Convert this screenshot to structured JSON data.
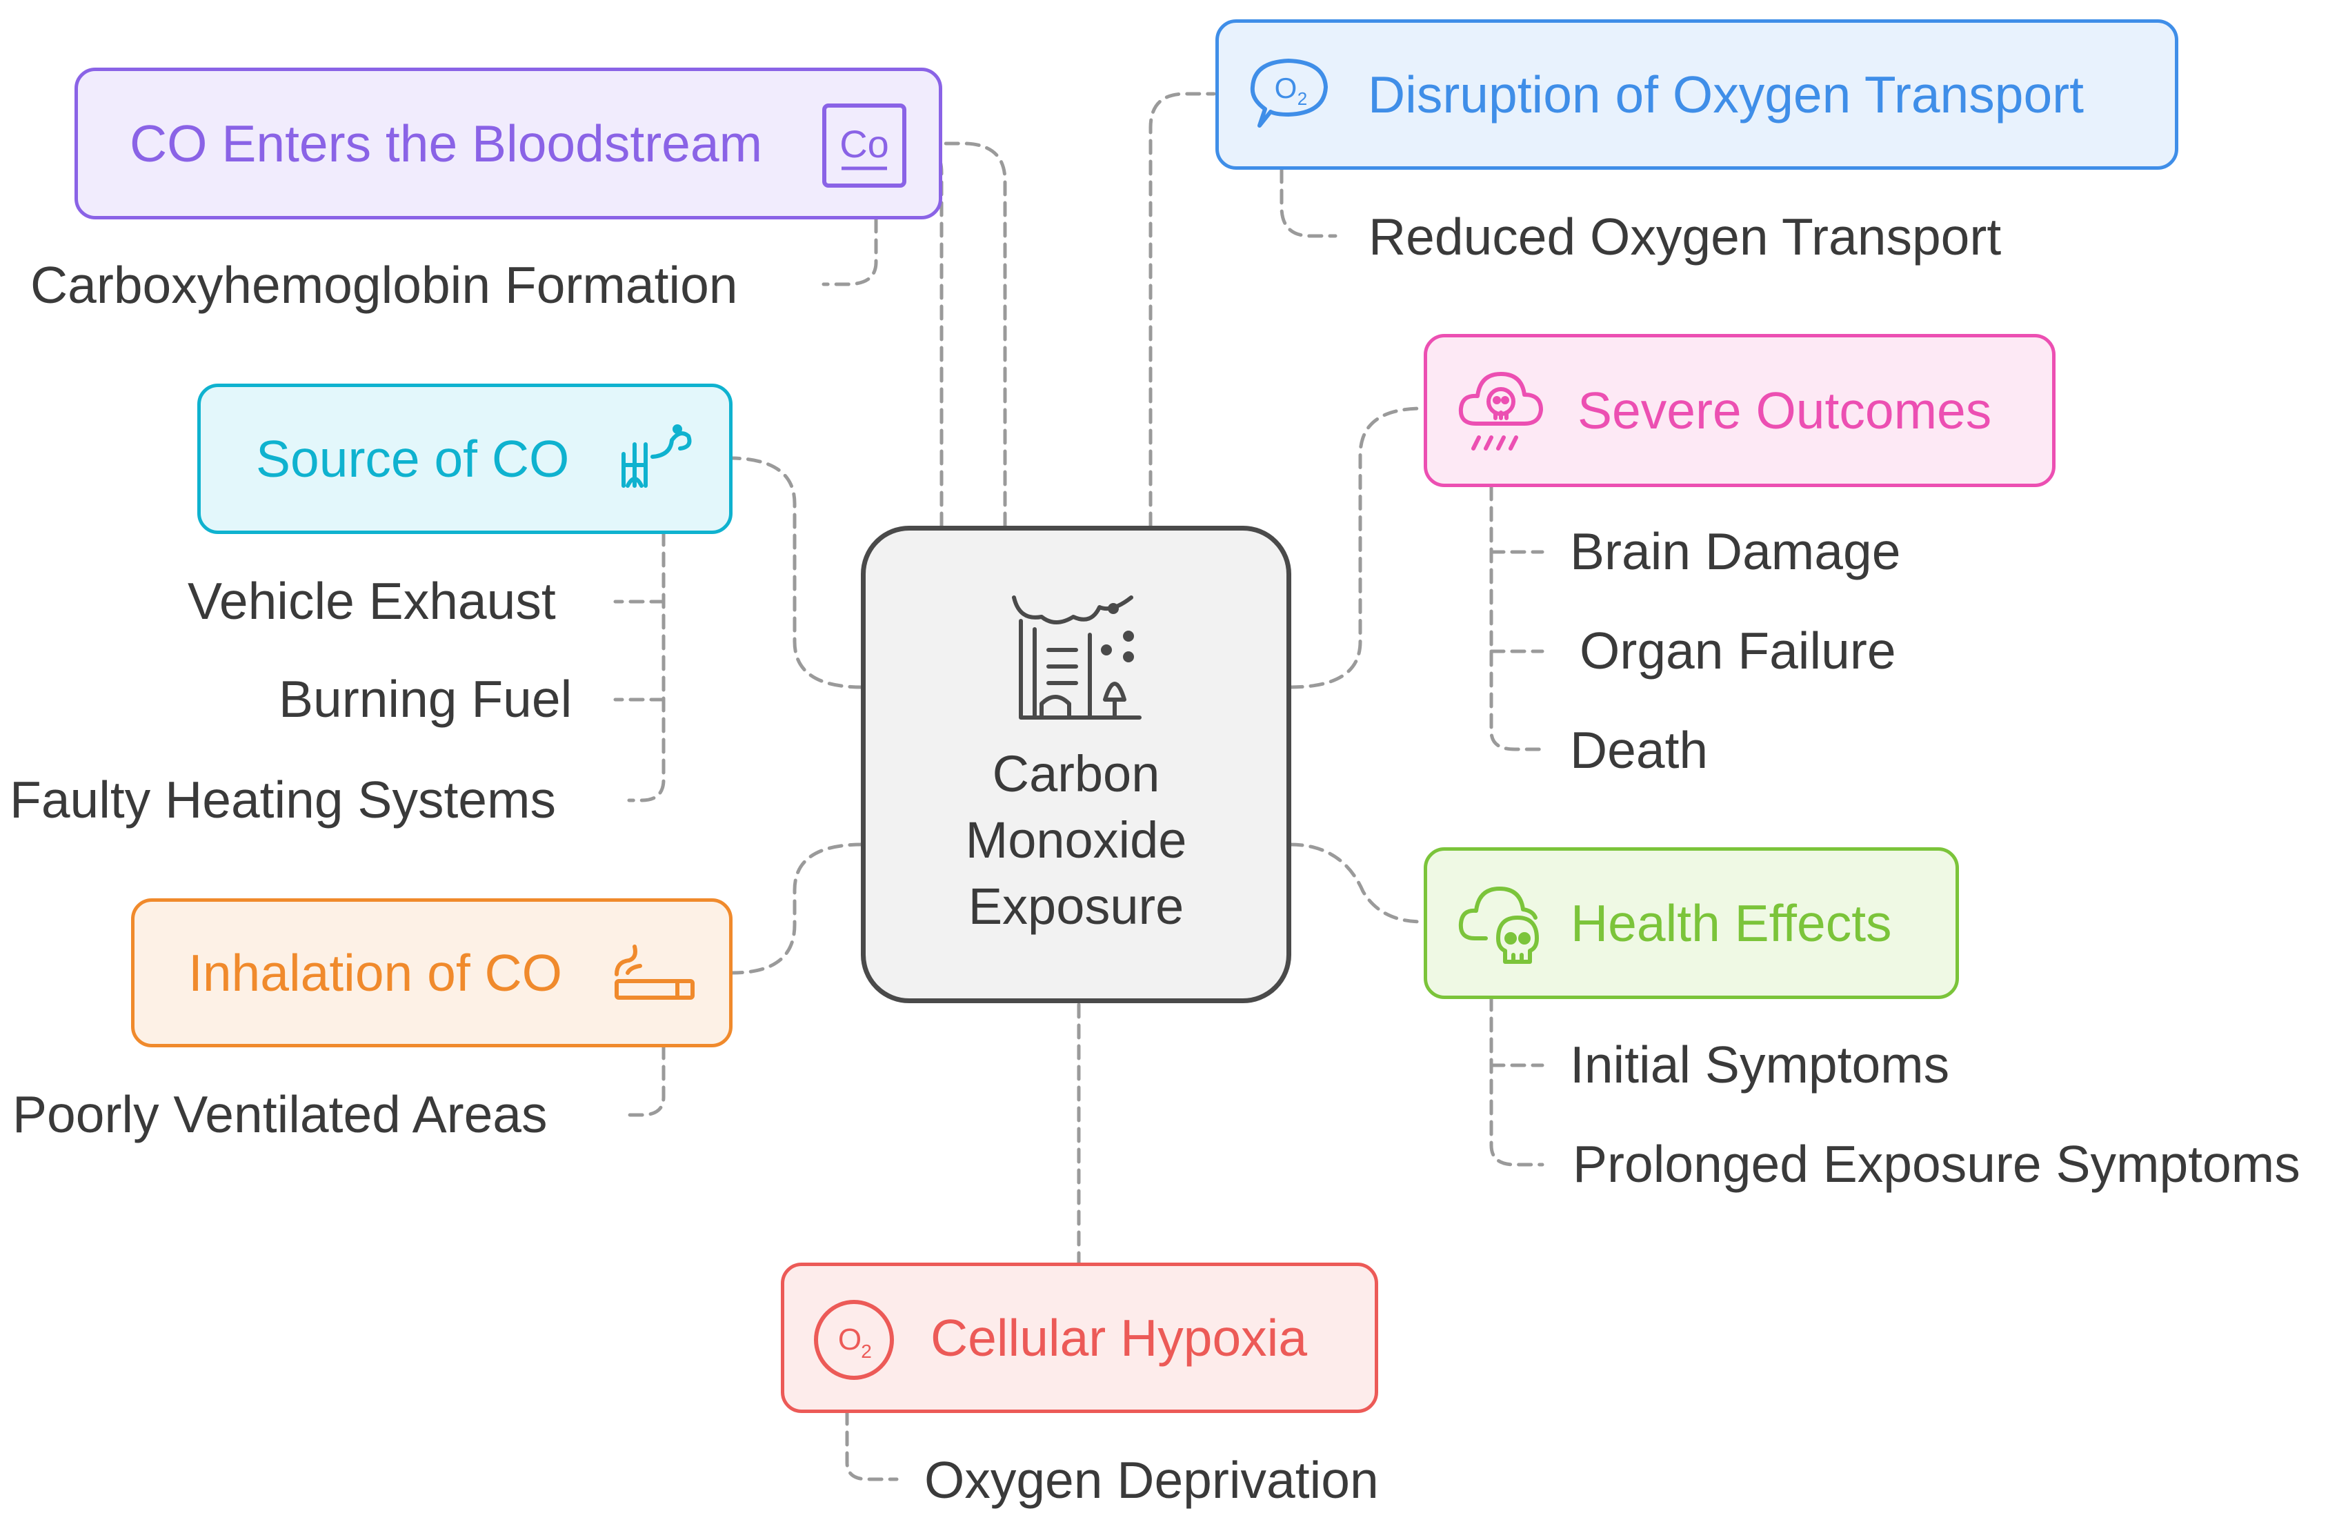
{
  "center": {
    "title_lines": [
      "Carbon",
      "Monoxide",
      "Exposure"
    ],
    "icon": "smokestack-factory-icon"
  },
  "nodes": [
    {
      "id": "bloodstream",
      "label": "CO Enters the Bloodstream",
      "color": "#8a63e6",
      "fill": "#f1ecfd",
      "icon": "co-element-icon",
      "children": [
        "Carboxyhemoglobin Formation"
      ]
    },
    {
      "id": "source",
      "label": "Source of CO",
      "color": "#0fb2cf",
      "fill": "#e3f7fb",
      "icon": "fire-hydrant-smoke-icon",
      "children": [
        "Vehicle Exhaust",
        "Burning Fuel",
        "Faulty Heating Systems"
      ]
    },
    {
      "id": "inhalation",
      "label": "Inhalation of CO",
      "color": "#f08a2c",
      "fill": "#fdf1e6",
      "icon": "cigarette-icon",
      "children": [
        "Poorly Ventilated Areas"
      ]
    },
    {
      "id": "disruption",
      "label": "Disruption of Oxygen Transport",
      "color": "#3f8ee8",
      "fill": "#e8f2fd",
      "icon": "oxygen-speech-bubble-icon",
      "children": [
        "Reduced Oxygen Transport"
      ]
    },
    {
      "id": "severe",
      "label": "Severe Outcomes",
      "color": "#ec4fb2",
      "fill": "#fde9f5",
      "icon": "skull-cloud-rain-icon",
      "children": [
        "Brain Damage",
        "Organ Failure",
        "Death"
      ]
    },
    {
      "id": "health",
      "label": "Health Effects",
      "color": "#7bc43a",
      "fill": "#eff9e4",
      "icon": "cloud-skull-icon",
      "children": [
        "Initial Symptoms",
        "Prolonged Exposure Symptoms"
      ]
    },
    {
      "id": "hypoxia",
      "label": "Cellular Hypoxia",
      "color": "#ec5a57",
      "fill": "#fdeceb",
      "icon": "oxygen-circle-icon",
      "children": [
        "Oxygen Deprivation"
      ]
    }
  ],
  "colors": {
    "connector": "#9a9a9a",
    "center_border": "#4a4a4a",
    "center_fill": "#f2f2f2",
    "text": "#3a3a3a"
  }
}
